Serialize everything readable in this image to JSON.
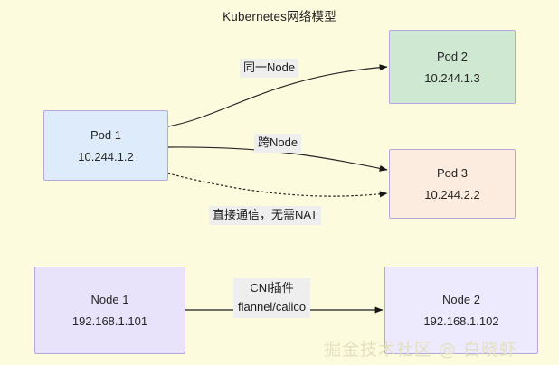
{
  "diagram": {
    "title": "Kubernetes网络模型",
    "background_color": "#fdfbdd",
    "watermark": "掘金技术社区 @ 白晓虾",
    "nodes": [
      {
        "id": "pod1",
        "title": "Pod 1",
        "subtitle": "10.244.1.2",
        "fill": "#ddebfa",
        "stroke": "#b6a8dc"
      },
      {
        "id": "pod2",
        "title": "Pod 2",
        "subtitle": "10.244.1.3",
        "fill": "#cfe8d2",
        "stroke": "#b6a8dc"
      },
      {
        "id": "pod3",
        "title": "Pod 3",
        "subtitle": "10.244.2.2",
        "fill": "#fcecdf",
        "stroke": "#c3aede"
      },
      {
        "id": "node1",
        "title": "Node 1",
        "subtitle": "192.168.1.101",
        "fill": "#e8e3fa",
        "stroke": "#b6a8dc"
      },
      {
        "id": "node2",
        "title": "Node 2",
        "subtitle": "192.168.1.102",
        "fill": "#eeeafd",
        "stroke": "#b6a8dc"
      }
    ],
    "edges": [
      {
        "id": "pod1-to-pod2",
        "label": "同一Node",
        "from": "pod1",
        "to": "pod2",
        "style": "solid-curved",
        "arrow": true
      },
      {
        "id": "pod1-to-pod3",
        "label": "跨Node",
        "from": "pod1",
        "to": "pod3",
        "style": "solid-curved",
        "arrow": true
      },
      {
        "id": "pod1-to-pod3-direct",
        "label": "直接通信，无需NAT",
        "from": "pod1",
        "to": "pod3",
        "style": "dotted-curved",
        "arrow": true
      },
      {
        "id": "node1-to-node2",
        "label_line1": "CNI插件",
        "label_line2": "flannel/calico",
        "from": "node1",
        "to": "node2",
        "style": "solid-straight",
        "arrow": true
      }
    ]
  }
}
